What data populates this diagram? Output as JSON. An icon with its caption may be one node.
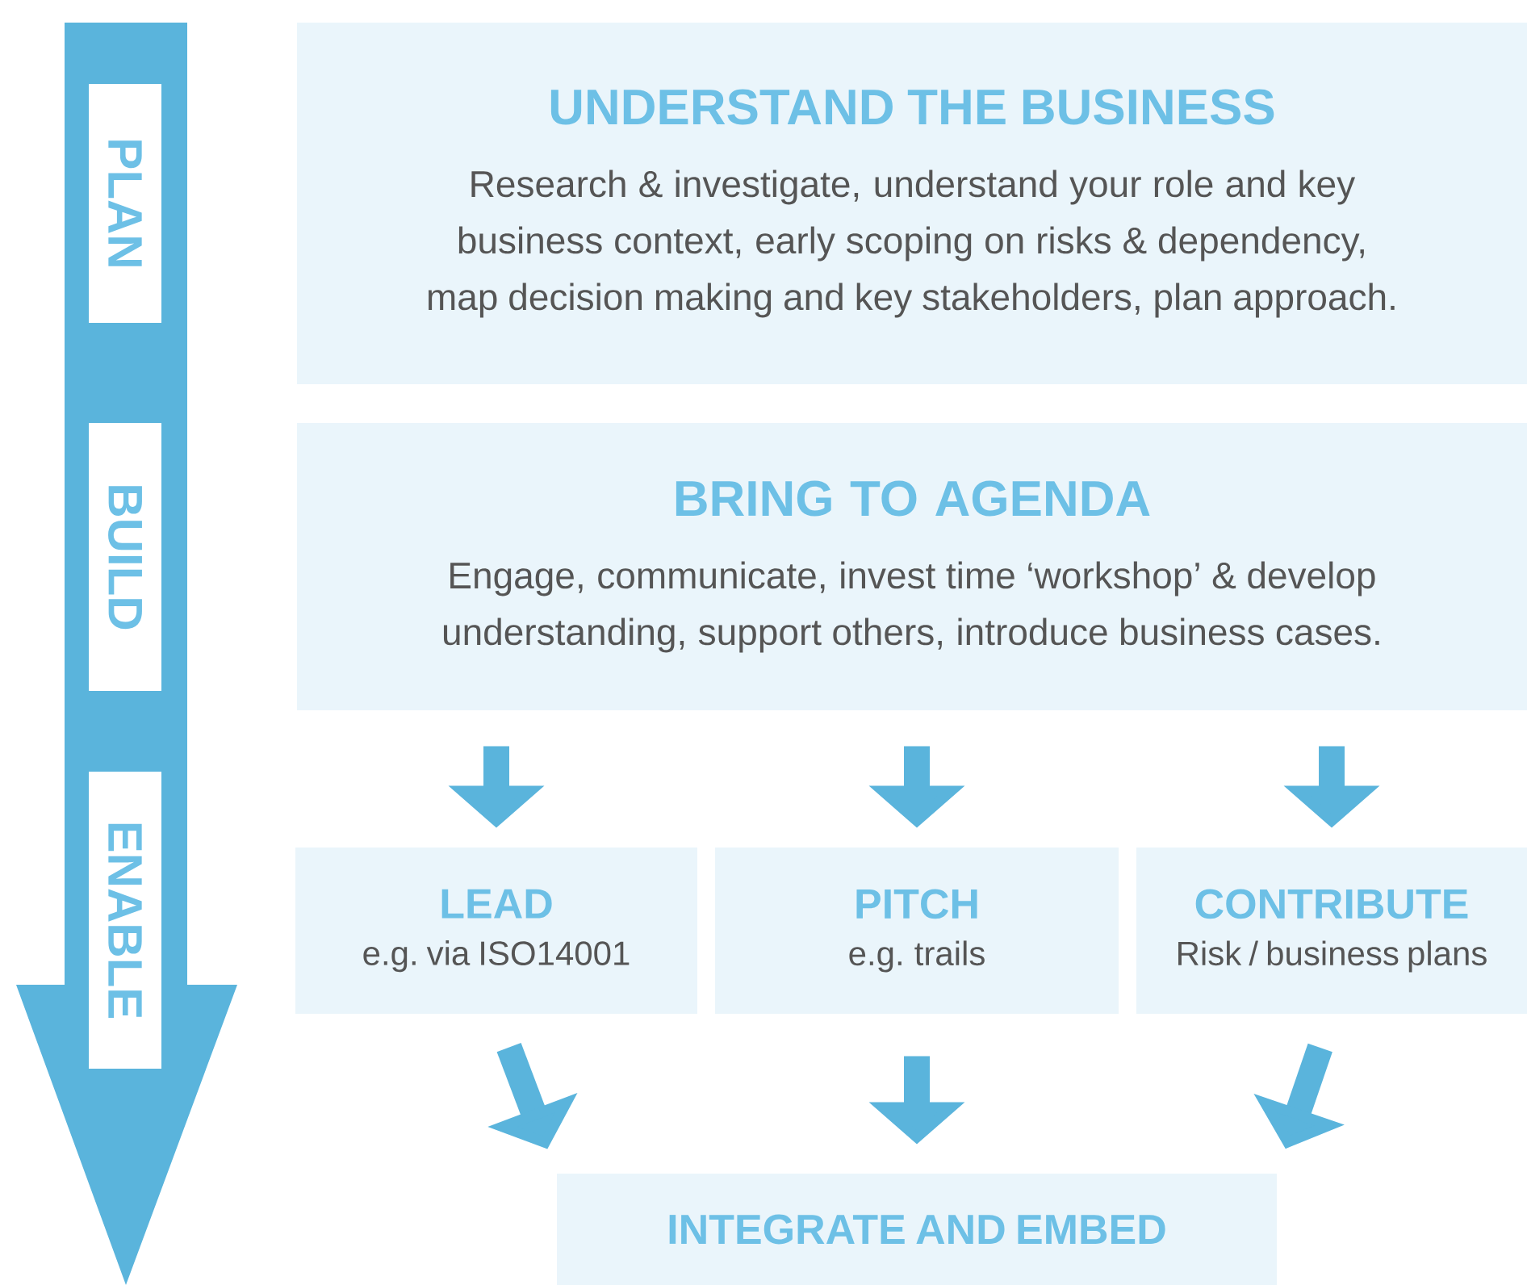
{
  "diagram": {
    "nodes": [
      {
        "text": [
          "PLAN"
        ]
      },
      {
        "text": [
          "BUILD"
        ]
      },
      {
        "text": [
          "ENABLE"
        ]
      },
      {
        "text": [
          "UNDERSTAND THE BUSINESS",
          "Research & investigate, understand your role and key business context, early scoping on risks & dependency, map decision making and key stakeholders, plan approach."
        ]
      },
      {
        "text": [
          "BRING TO AGENDA",
          "Engage, communicate, invest time ‘workshop’ & develop understanding, support others, introduce business cases."
        ]
      },
      {
        "text": [
          "LEAD",
          "e.g. via ISO14001"
        ]
      },
      {
        "text": [
          "PITCH",
          "e.g. trails"
        ]
      },
      {
        "text": [
          "CONTRIBUTE",
          "Risk / business plans"
        ]
      },
      {
        "text": [
          "INTEGRATE AND EMBED"
        ]
      }
    ],
    "edges": [
      {
        "from": 4,
        "to": 5,
        "arrow": "to"
      },
      {
        "from": 4,
        "to": 6,
        "arrow": "to"
      },
      {
        "from": 4,
        "to": 7,
        "arrow": "to"
      },
      {
        "from": 5,
        "to": 8,
        "arrow": "to"
      },
      {
        "from": 6,
        "to": 8,
        "arrow": "to"
      },
      {
        "from": 7,
        "to": 8,
        "arrow": "to"
      }
    ]
  }
}
